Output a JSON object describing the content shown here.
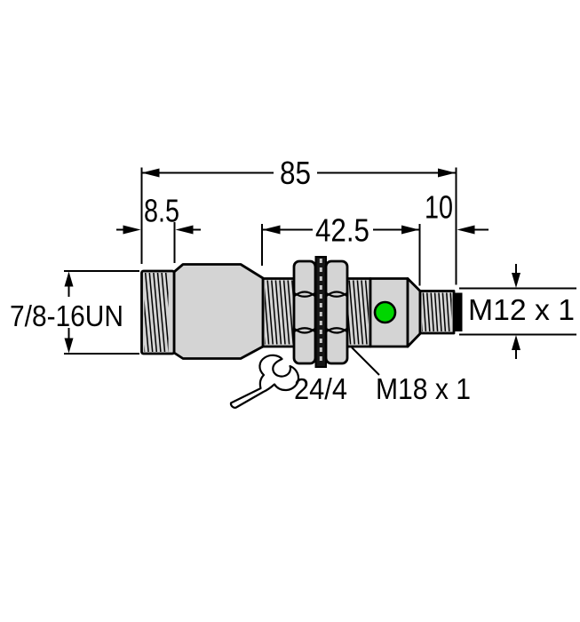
{
  "drawing": {
    "dims": {
      "overall_length": "85",
      "front_thread_length": "8.5",
      "barrel_length": "42.5",
      "connector_length": "10"
    },
    "threads": {
      "front": "7/8-16UN",
      "connector": "M12 x 1",
      "barrel": "M18 x 1"
    },
    "wrench_size": "24/4",
    "icons": {
      "wrench": "wrench-icon"
    },
    "colors": {
      "body_fill": "#d4d4d4",
      "led_green": "#00d600",
      "tip_fill": "#000000",
      "line": "#000000",
      "background": "#ffffff"
    }
  }
}
